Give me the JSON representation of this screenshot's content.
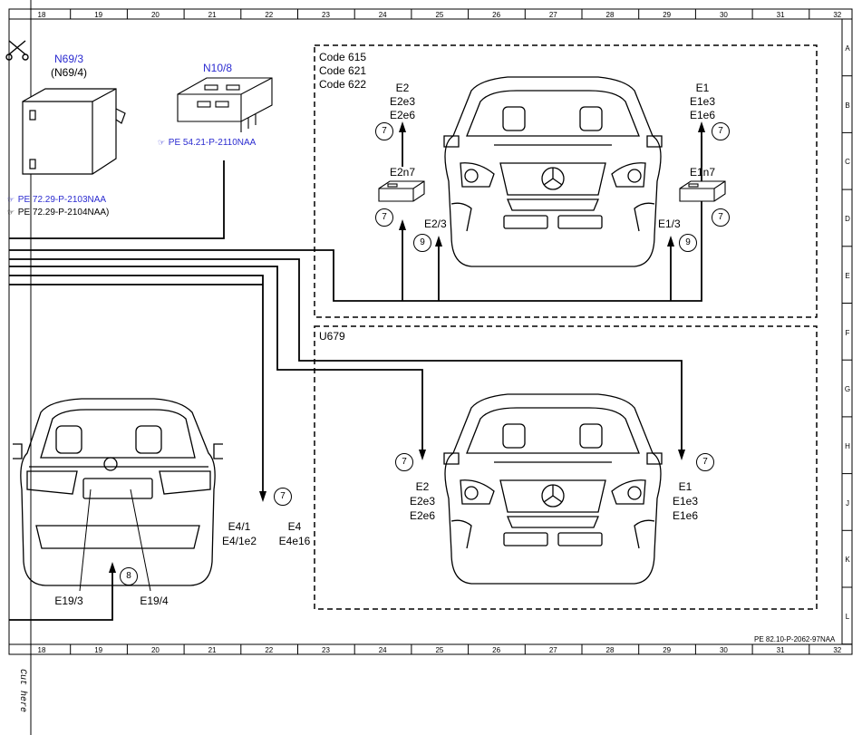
{
  "columns": [
    "18",
    "19",
    "20",
    "21",
    "22",
    "23",
    "24",
    "25",
    "26",
    "27",
    "28",
    "29",
    "30",
    "31",
    "32"
  ],
  "rows": [
    "A",
    "B",
    "C",
    "D",
    "E",
    "F",
    "G",
    "H",
    "J",
    "K",
    "L"
  ],
  "components": {
    "n69_3": {
      "label": "N69/3",
      "alt": "(N69/4)"
    },
    "n10_8": {
      "label": "N10/8"
    }
  },
  "references": {
    "pe_54": "PE 54.21-P-2110NAA",
    "pe_72_a": "PE 72.29-P-2103NAA",
    "pe_72_b": "PE 72.29-P-2104NAA)"
  },
  "top_box": {
    "codes": [
      "Code 615",
      "Code 621",
      "Code 622"
    ],
    "left_lamp": [
      "E2",
      "E2e3",
      "E2e6"
    ],
    "right_lamp": [
      "E1",
      "E1e3",
      "E1e6"
    ],
    "left_module": "E2n7",
    "right_module": "E1n7",
    "left_connector": "E2/3",
    "right_connector": "E1/3"
  },
  "bottom_box": {
    "code": "U679",
    "left_lamp": [
      "E2",
      "E2e3",
      "E2e6"
    ],
    "right_lamp": [
      "E1",
      "E1e3",
      "E1e6"
    ]
  },
  "rear": {
    "left_lamp": "E19/3",
    "right_lamp": "E19/4",
    "mid_left": [
      "E4/1",
      "E4/1e2"
    ],
    "mid_right": [
      "E4",
      "E4e16"
    ]
  },
  "circle_refs": {
    "seven": "7",
    "nine": "9",
    "eight": "8"
  },
  "footer_ref": "PE 82.10-P-2062-97NAA",
  "cut_here": "Cut here"
}
